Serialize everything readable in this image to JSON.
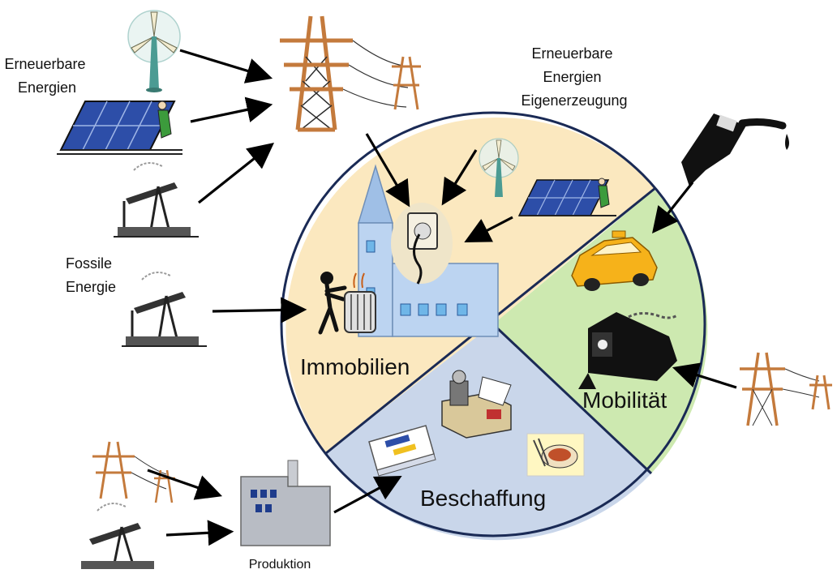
{
  "labels": {
    "renewable_left_line1": "Erneuerbare",
    "renewable_left_line2": "Energien",
    "renewable_self_line1": "Erneuerbare",
    "renewable_self_line2": "Energien",
    "renewable_self_line3": "Eigenerzeugung",
    "fossil_line1": "Fossile",
    "fossil_line2": "Energie",
    "production": "Produktion"
  },
  "sectors": {
    "immobilien": {
      "label": "Immobilien",
      "color": "#fbe8bf"
    },
    "mobilitaet": {
      "label": "Mobilität",
      "color": "#cde9b0"
    },
    "beschaffung": {
      "label": "Beschaffung",
      "color": "#c9d6ea"
    }
  },
  "colors": {
    "outline": "#1a2a55",
    "arrow": "#000000",
    "taxi": "#f6b21a",
    "solar": "#2d4ea8",
    "factory": "#b8bcc4",
    "church": "#bcd4f1"
  },
  "icons": [
    "wind-turbine-icon",
    "solar-panel-icon",
    "power-pylon-icon",
    "oil-pump-icon",
    "fuel-nozzle-icon",
    "taxi-icon",
    "train-icon",
    "church-icon",
    "power-socket-icon",
    "heater-person-icon",
    "office-supplies-icon",
    "paper-stack-icon",
    "food-plate-icon",
    "factory-icon"
  ]
}
